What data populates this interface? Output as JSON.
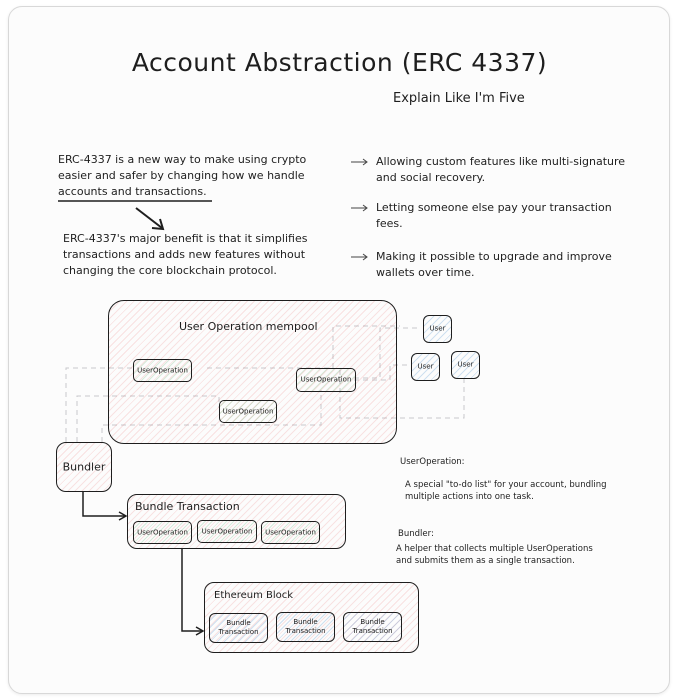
{
  "title": "Account Abstraction (ERC 4337)",
  "subtitle": "Explain Like I'm Five",
  "intro": {
    "lines": [
      "ERC-4337 is a new way to make using crypto",
      "easier and safer by changing how we handle",
      "accounts and transactions."
    ]
  },
  "benefit": {
    "lines": [
      "ERC-4337's major benefit is that it simplifies",
      "transactions and adds new features without",
      "changing the core blockchain protocol."
    ]
  },
  "bullets": [
    {
      "lines": [
        "Allowing custom features like multi-signature",
        "and social recovery."
      ]
    },
    {
      "lines": [
        "Letting someone else pay your transaction",
        "fees."
      ]
    },
    {
      "lines": [
        "Making it possible to upgrade and improve",
        "wallets over time."
      ]
    }
  ],
  "diagram": {
    "mempool_label": "User Operation mempool",
    "user_operation": "UserOperation",
    "user": "User",
    "bundler": "Bundler",
    "bundle_transaction_label": "Bundle Transaction",
    "ethereum_block_label": "Ethereum Block",
    "bundle_tx_item": "Bundle Transaction"
  },
  "notes": {
    "userop_heading": "UserOperation:",
    "userop_lines": [
      "A special \"to-do list\" for your account, bundling",
      "multiple actions into one task."
    ],
    "bundler_heading": "Bundler:",
    "bundler_lines": [
      "A helper that collects multiple UserOperations",
      "and submits them as a single transaction."
    ]
  },
  "colors": {
    "red_hatch": "#e03131",
    "green_hatch": "#2f9e44",
    "blue_hatch": "#1971c2",
    "stroke": "#1e1e1e"
  }
}
